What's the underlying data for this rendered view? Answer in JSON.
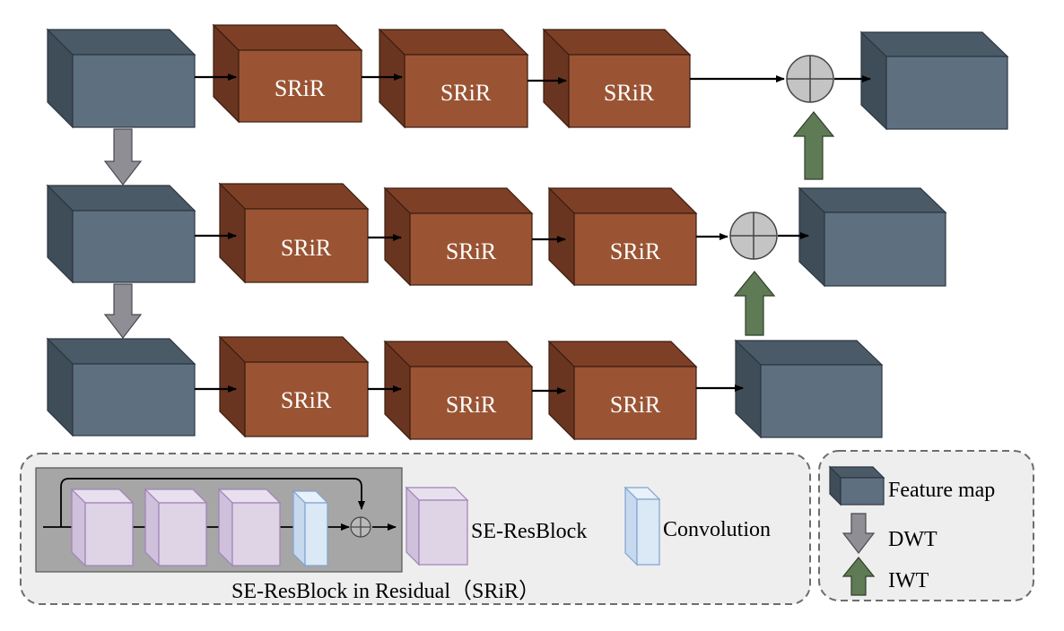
{
  "colors": {
    "feature_front": "#5e7080",
    "feature_top": "#4b5a67",
    "feature_side": "#3f4d59",
    "srir_front": "#9a5433",
    "srir_top": "#7d4026",
    "srir_side": "#6a3520",
    "dwt_arrow": "#8e8e94",
    "iwt_arrow": "#5f7b55",
    "adder": "#c4c4c4",
    "legend_bg": "#eeeeee",
    "inset_bg": "#a6a6a6",
    "seresblock_front": "#dfd3e6",
    "seresblock_edge": "#9f83b8",
    "conv_front": "#dbe8f5",
    "conv_edge": "#7ea3cf"
  },
  "rows": [
    {
      "blocks": [
        "SRiR",
        "SRiR",
        "SRiR"
      ]
    },
    {
      "blocks": [
        "SRiR",
        "SRiR",
        "SRiR"
      ]
    },
    {
      "blocks": [
        "SRiR",
        "SRiR",
        "SRiR"
      ]
    }
  ],
  "legend": {
    "seresblock_label": "SE-ResBlock",
    "convolution_label": "Convolution",
    "caption": "SE-ResBlock in Residual（SRiR）",
    "feature_map_label": "Feature map",
    "dwt_label": "DWT",
    "iwt_label": "IWT"
  }
}
